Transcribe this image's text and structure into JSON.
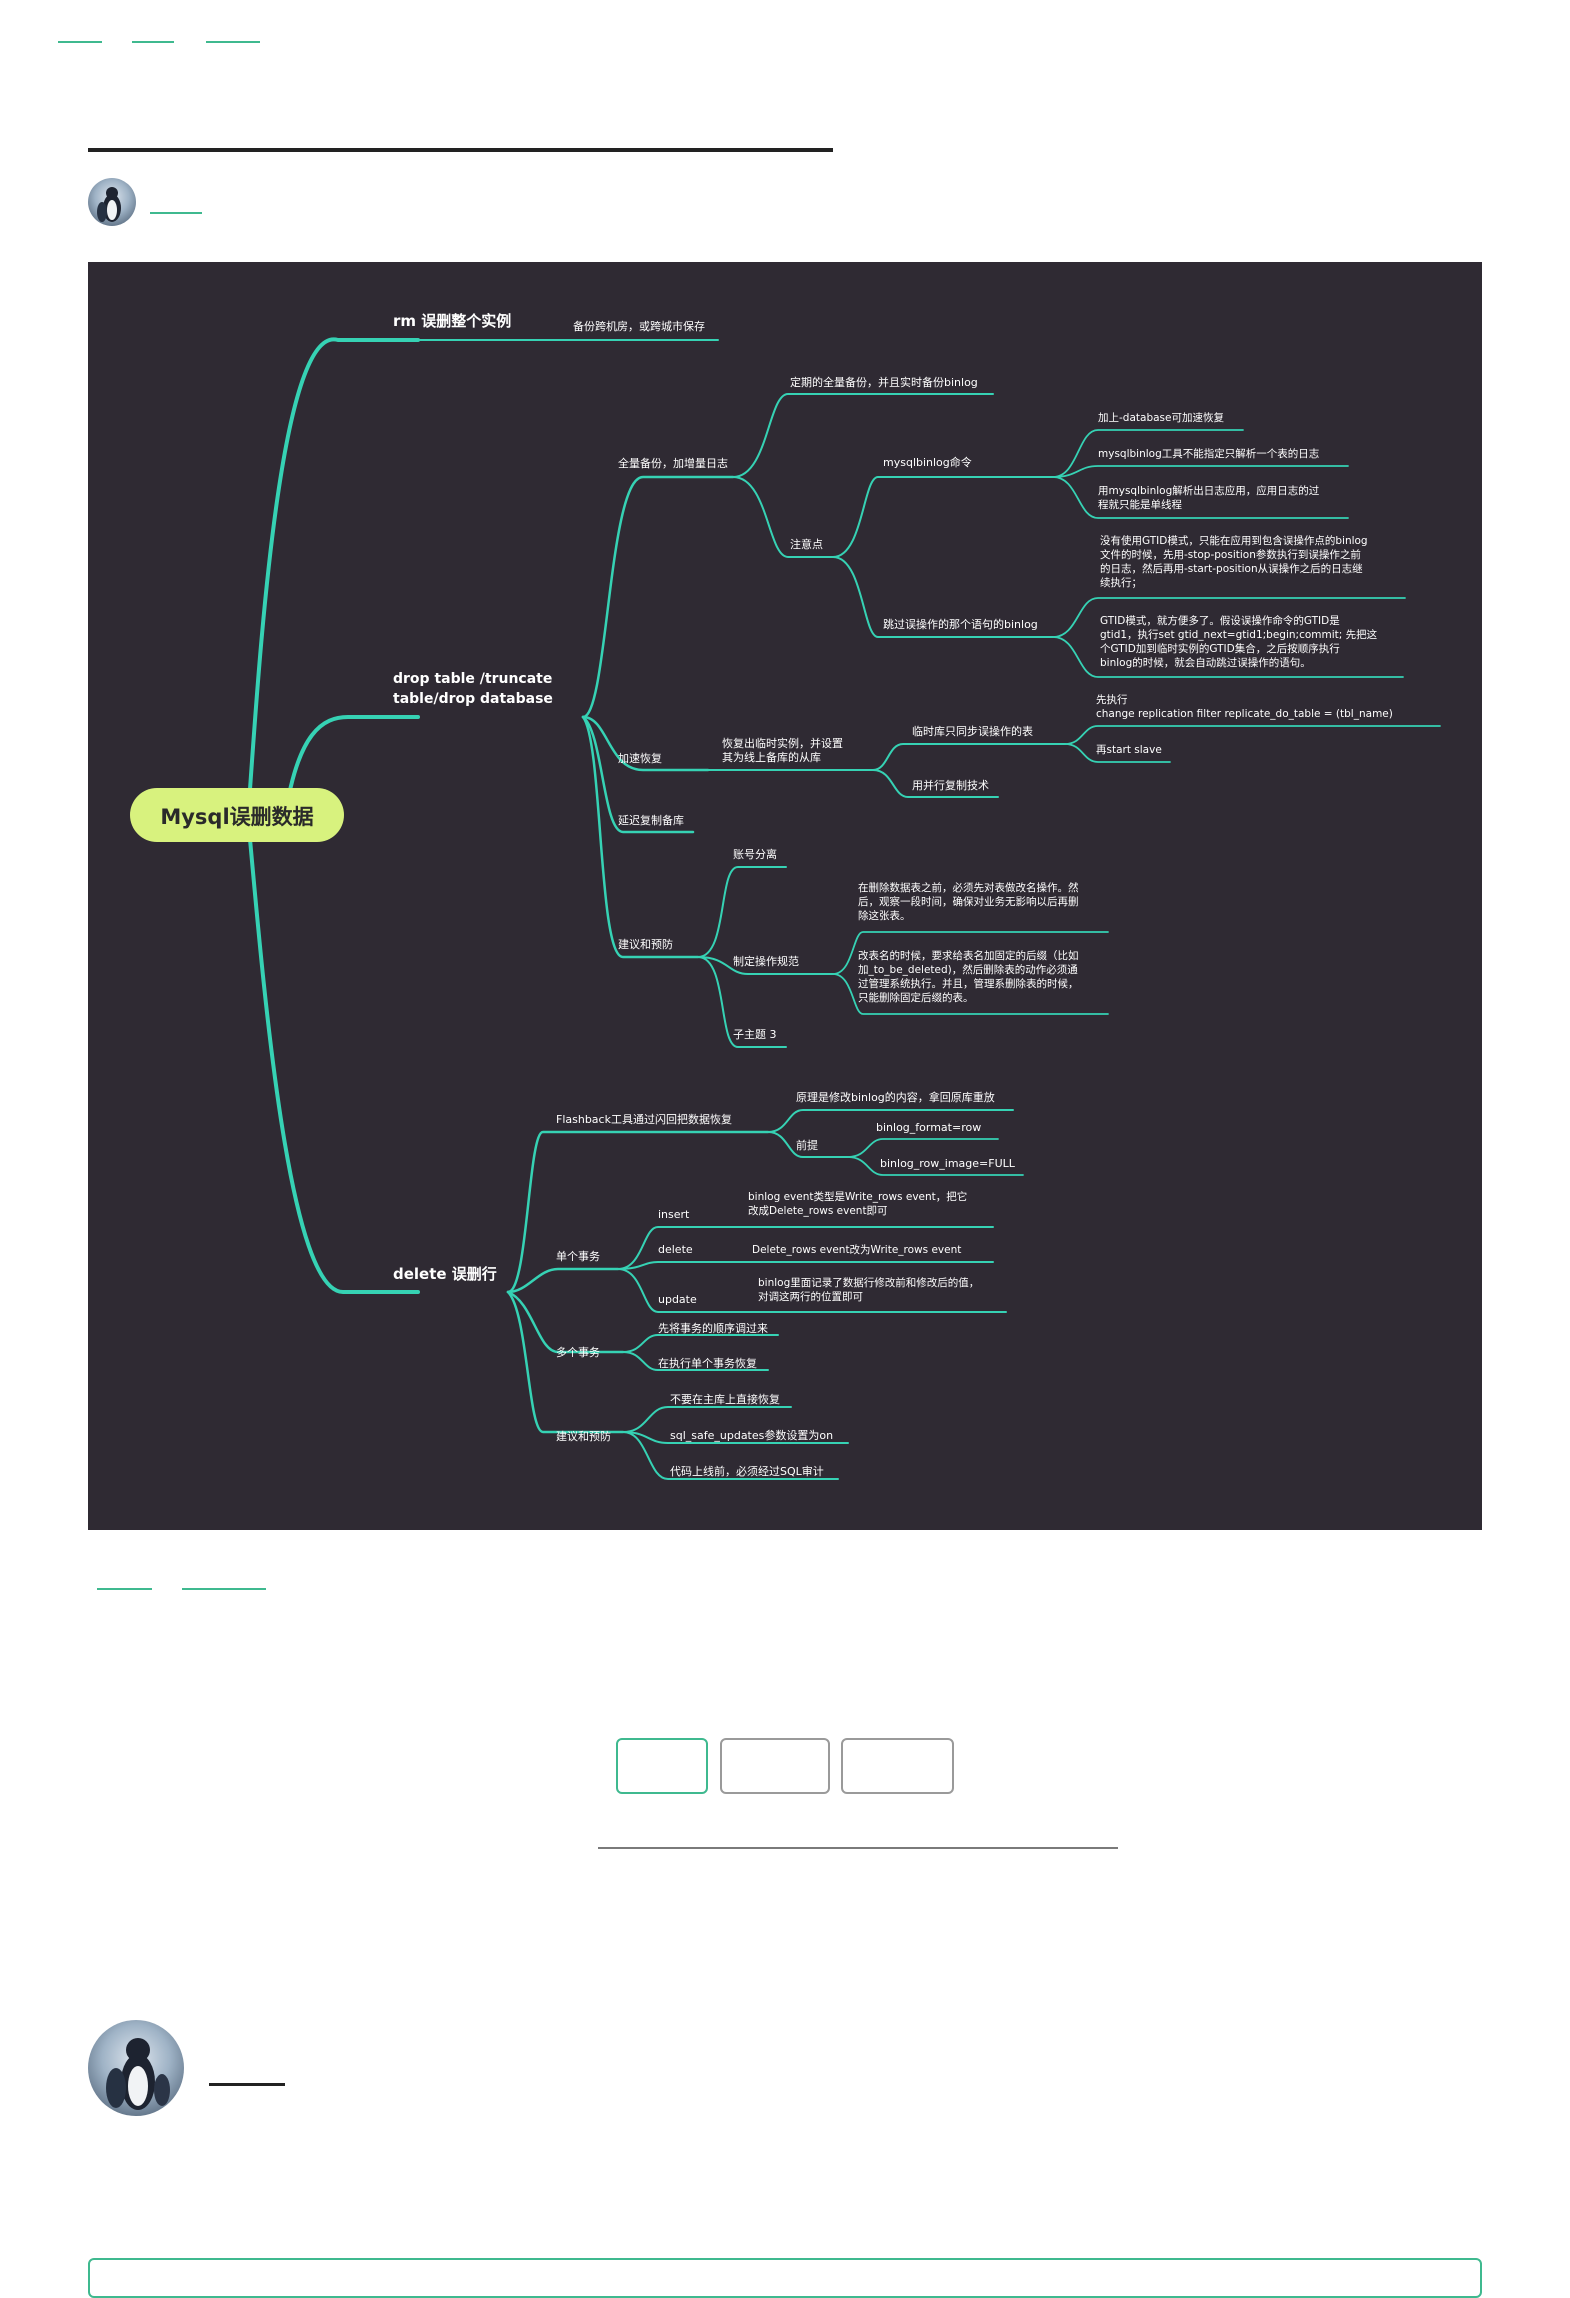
{
  "mindmap": {
    "root": "Mysql误删数据",
    "branches": {
      "rm": {
        "title": "rm 误删整个实例",
        "child": "备份跨机房，或跨城市保存"
      },
      "drop": {
        "title_line1": "drop table /truncate",
        "title_line2": "table/drop database",
        "full_backup": {
          "title": "全量备份，加增量日志",
          "regular": "定期的全量备份，并且实时备份binlog",
          "notes": "注意点",
          "mysqlbinlog": {
            "title": "mysqlbinlog命令",
            "items": [
              "加上-database可加速恢复",
              "mysqlbinlog工具不能指定只解析一个表的日志",
              "用mysqlbinlog解析出日志应用，应用日志的过",
              "程就只能是单线程"
            ]
          },
          "skip": {
            "title": "跳过误操作的那个语句的binlog",
            "no_gtid": [
              "没有使用GTID模式，只能在应用到包含误操作点的binlog",
              "文件的时候，先用-stop-position参数执行到误操作之前",
              "的日志，然后再用-start-position从误操作之后的日志继",
              "续执行；"
            ],
            "gtid": [
              "GTID模式，就方便多了。假设误操作命令的GTID是",
              "gtid1，执行set gtid_next=gtid1;begin;commit; 先把这",
              "个GTID加到临时实例的GTID集合，之后按顺序执行",
              "binlog的时候，就会自动跳过误操作的语句。"
            ]
          }
        },
        "speedup": {
          "title": "加速恢复",
          "temp_line1": "恢复出临时实例，并设置",
          "temp_line2": "其为线上备库的从库",
          "sync": "临时库只同步误操作的表",
          "first_exec": "先执行",
          "filter": "change replication filter replicate_do_table = (tbl_name)",
          "start_slave": "再start slave",
          "parallel": "用并行复制技术"
        },
        "delayed": "延迟复制备库",
        "advice": {
          "title": "建议和预防",
          "account": "账号分离",
          "norms": "制定操作规范",
          "rule1": [
            "在删除数据表之前，必须先对表做改名操作。然",
            "后，观察一段时间，确保对业务无影响以后再删",
            "除这张表。"
          ],
          "rule2": [
            "改表名的时候，要求给表名加固定的后缀（比如",
            "加_to_be_deleted)，然后删除表的动作必须通",
            "过管理系统执行。并且，管理系删除表的时候，",
            "只能删除固定后缀的表。"
          ],
          "sub3": "子主题 3"
        }
      },
      "delete": {
        "title": "delete 误删行",
        "flashback": {
          "title": "Flashback工具通过闪回把数据恢复",
          "principle": "原理是修改binlog的内容，拿回原库重放",
          "premise": "前提",
          "fmt": "binlog_format=row",
          "img": "binlog_row_image=FULL"
        },
        "single": {
          "title": "单个事务",
          "insert": "insert",
          "insert_desc1": "binlog event类型是Write_rows event，把它",
          "insert_desc2": "改成Delete_rows event即可",
          "delete": "delete",
          "delete_desc": "Delete_rows event改为Write_rows event",
          "update": "update",
          "update_desc1": "binlog里面记录了数据行修改前和修改后的值，",
          "update_desc2": "对调这两行的位置即可"
        },
        "multi": {
          "title": "多个事务",
          "a": "先将事务的顺序调过来",
          "b": "在执行单个事务恢复"
        },
        "advice": {
          "title": "建议和预防",
          "a": "不要在主库上直接恢复",
          "b": "sql_safe_updates参数设置为on",
          "c": "代码上线前，必须经过SQL审计"
        }
      }
    }
  },
  "colors": {
    "mindmap_bg": "#2f2a33",
    "edge": "#36d2b4",
    "root_bg": "#d8f27e",
    "accent": "#3fb98f"
  }
}
